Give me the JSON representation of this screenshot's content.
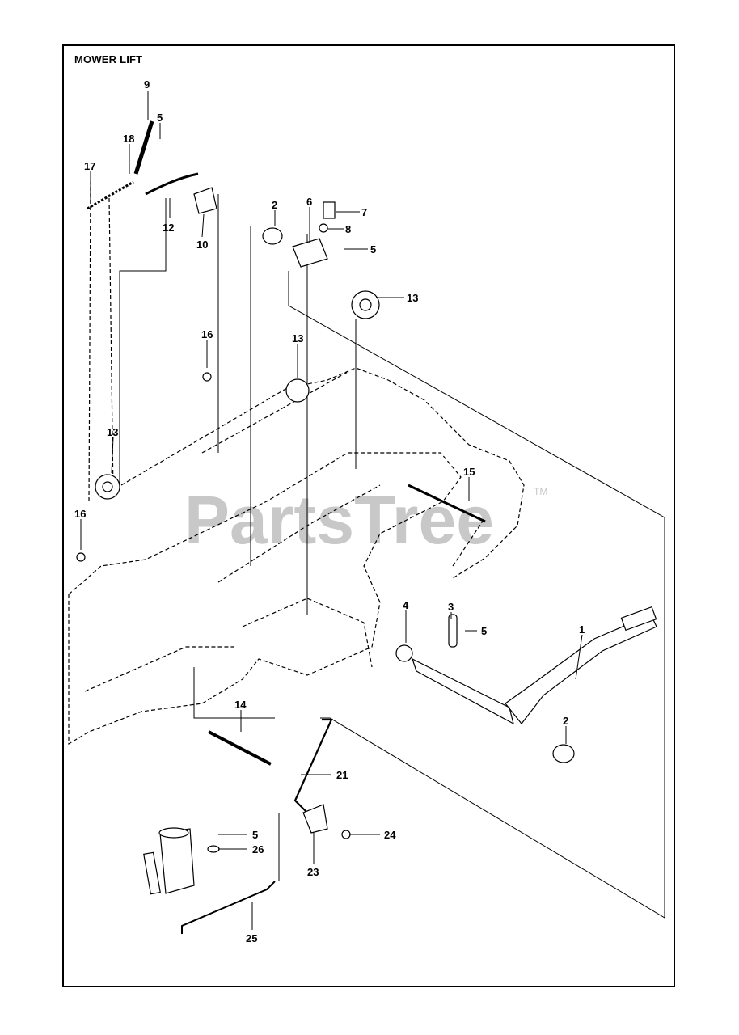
{
  "title": "MOWER LIFT",
  "watermark": {
    "text": "PartsTree",
    "trademark": "TM"
  },
  "callouts": [
    {
      "id": "c9",
      "label": "9"
    },
    {
      "id": "c5a",
      "label": "5"
    },
    {
      "id": "c18",
      "label": "18"
    },
    {
      "id": "c17",
      "label": "17"
    },
    {
      "id": "c12",
      "label": "12"
    },
    {
      "id": "c10",
      "label": "10"
    },
    {
      "id": "c2a",
      "label": "2"
    },
    {
      "id": "c6",
      "label": "6"
    },
    {
      "id": "c7",
      "label": "7"
    },
    {
      "id": "c8",
      "label": "8"
    },
    {
      "id": "c5b",
      "label": "5"
    },
    {
      "id": "c13a",
      "label": "13"
    },
    {
      "id": "c16a",
      "label": "16"
    },
    {
      "id": "c13b",
      "label": "13"
    },
    {
      "id": "c13c",
      "label": "13"
    },
    {
      "id": "c15",
      "label": "15"
    },
    {
      "id": "c16b",
      "label": "16"
    },
    {
      "id": "c4",
      "label": "4"
    },
    {
      "id": "c3",
      "label": "3"
    },
    {
      "id": "c5c",
      "label": "5"
    },
    {
      "id": "c1",
      "label": "1"
    },
    {
      "id": "c2b",
      "label": "2"
    },
    {
      "id": "c14",
      "label": "14"
    },
    {
      "id": "c21",
      "label": "21"
    },
    {
      "id": "c5d",
      "label": "5"
    },
    {
      "id": "c24",
      "label": "24"
    },
    {
      "id": "c26",
      "label": "26"
    },
    {
      "id": "c23",
      "label": "23"
    },
    {
      "id": "c25",
      "label": "25"
    }
  ]
}
